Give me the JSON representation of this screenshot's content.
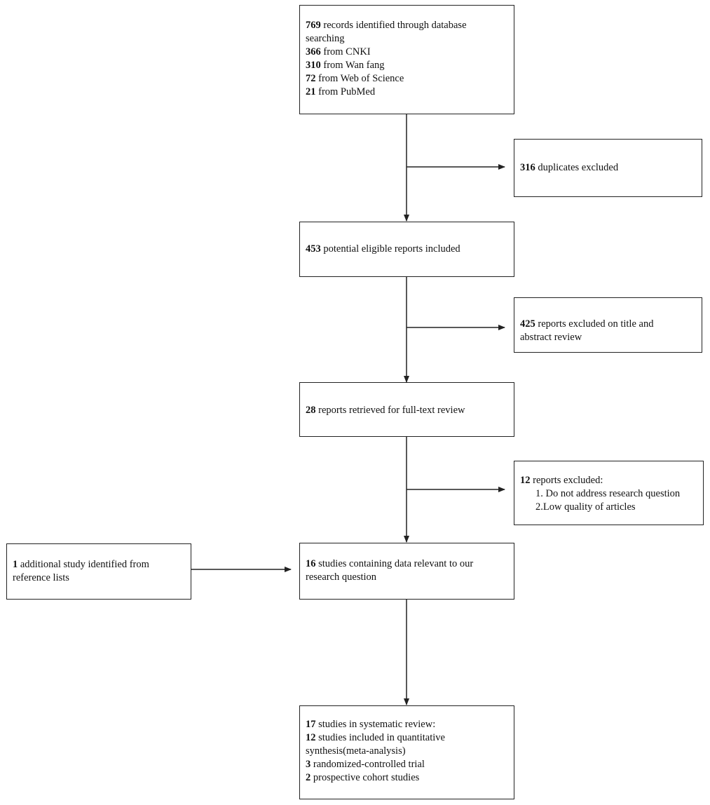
{
  "boxes": {
    "identified": {
      "lines": [
        {
          "num": "769",
          "text": "records identified through database"
        },
        {
          "num": "",
          "text": "searching"
        },
        {
          "num": "366",
          "text": "from CNKI"
        },
        {
          "num": "310",
          "text": "from Wan fang"
        },
        {
          "num": "72",
          "text": "from Web of Science"
        },
        {
          "num": "21",
          "text": "from PubMed"
        }
      ]
    },
    "duplicates": {
      "lines": [
        {
          "num": "316",
          "text": "duplicates excluded"
        }
      ]
    },
    "eligible": {
      "lines": [
        {
          "num": "453",
          "text": "potential eligible reports included"
        }
      ]
    },
    "excluded_title": {
      "lines": [
        {
          "num": "425",
          "text": "reports excluded on title and"
        },
        {
          "num": "",
          "text": "abstract review"
        }
      ]
    },
    "fulltext": {
      "lines": [
        {
          "num": "28",
          "text": "reports retrieved for full-text review"
        }
      ]
    },
    "excluded_reports": {
      "lines": [
        {
          "num": "12",
          "text": "reports excluded:"
        },
        {
          "num": "",
          "text": "1. Do not address research question"
        },
        {
          "num": "",
          "text": "2.Low quality of articles"
        }
      ]
    },
    "additional": {
      "lines": [
        {
          "num": "1",
          "text": "additional study identified from"
        },
        {
          "num": "",
          "text": "reference lists"
        }
      ]
    },
    "relevant": {
      "lines": [
        {
          "num": "16",
          "text": "studies containing data relevant to our"
        },
        {
          "num": "",
          "text": "research question"
        }
      ]
    },
    "systematic": {
      "lines": [
        {
          "num": "17",
          "text": "studies in systematic review:"
        },
        {
          "num": "12",
          "text": "studies included in quantitative"
        },
        {
          "num": "",
          "text": "synthesis(meta-analysis)"
        },
        {
          "num": "3",
          "text": "randomized-controlled trial"
        },
        {
          "num": "2",
          "text": "prospective cohort studies"
        }
      ]
    }
  }
}
